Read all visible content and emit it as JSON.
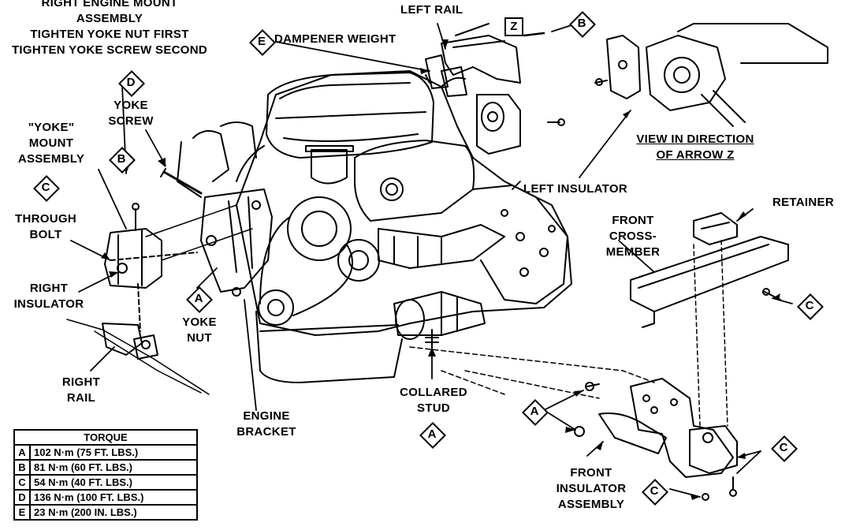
{
  "labels": {
    "right_engine_mount": [
      "RIGHT ENGINE MOUNT",
      "ASSEMBLY",
      "TIGHTEN YOKE NUT FIRST",
      "TIGHTEN YOKE SCREW SECOND"
    ],
    "dampener_weight": "DAMPENER WEIGHT",
    "left_rail": "LEFT RAIL",
    "yoke_screw": [
      "YOKE",
      "SCREW"
    ],
    "yoke_mount_assembly": [
      "\"YOKE\"",
      "MOUNT",
      "ASSEMBLY"
    ],
    "through_bolt": [
      "THROUGH",
      "BOLT"
    ],
    "right_insulator": [
      "RIGHT",
      "INSULATOR"
    ],
    "right_rail": [
      "RIGHT",
      "RAIL"
    ],
    "yoke_nut": [
      "YOKE",
      "NUT"
    ],
    "engine_bracket": [
      "ENGINE",
      "BRACKET"
    ],
    "collared_stud": [
      "COLLARED",
      "STUD"
    ],
    "view_direction": [
      "VIEW IN DIRECTION",
      "OF ARROW Z"
    ],
    "left_insulator": "LEFT INSULATOR",
    "retainer": "RETAINER",
    "front_crossmember": [
      "FRONT",
      "CROSS-",
      "MEMBER"
    ],
    "front_insulator_assembly": [
      "FRONT",
      "INSULATOR",
      "ASSEMBLY"
    ]
  },
  "callouts": {
    "b_top": "B",
    "z_top": "Z",
    "e_dampener": "E",
    "d_yoke": "D",
    "b_yoke": "B",
    "c_yoke": "C",
    "a_yoke_nut": "A",
    "a_collared": "A",
    "a_front": "A",
    "c_crossmember": "C",
    "c_front_right": "C",
    "c_front_bottom": "C"
  },
  "torque_table": {
    "header": "TORQUE",
    "rows": [
      {
        "key": "A",
        "value": "102 N·m (75 FT. LBS.)"
      },
      {
        "key": "B",
        "value": "81 N·m (60 FT. LBS.)"
      },
      {
        "key": "C",
        "value": "54 N·m (40 FT. LBS.)"
      },
      {
        "key": "D",
        "value": "136 N·m (100 FT. LBS.)"
      },
      {
        "key": "E",
        "value": "23 N·m (200 IN. LBS.)"
      }
    ]
  }
}
